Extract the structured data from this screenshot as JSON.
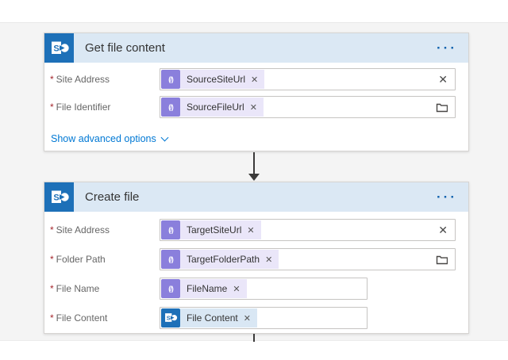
{
  "canvas": {
    "background": "#f4f4f4"
  },
  "colors": {
    "sharepoint_blue": "#1d70b8",
    "card_header_bg": "#dbe8f4",
    "expression_token_icon_bg": "#8a7fdc",
    "expression_token_bg": "#eae6f9",
    "dynamic_token_bg": "#d9e7f4",
    "link_blue": "#0078d4",
    "required_red": "#a4262c",
    "connector_gray": "#3b3a39"
  },
  "icons": {
    "expression_glyph": "(/)",
    "remove_glyph": "✕",
    "clear_glyph": "✕",
    "menu_glyph": "···"
  },
  "required_marker": "*",
  "cards": [
    {
      "title": "Get file content",
      "fields": [
        {
          "label": "Site Address",
          "token": "SourceSiteUrl"
        },
        {
          "label": "File Identifier",
          "token": "SourceFileUrl"
        }
      ],
      "advanced_link": "Show advanced options"
    },
    {
      "title": "Create file",
      "fields": [
        {
          "label": "Site Address",
          "token": "TargetSiteUrl"
        },
        {
          "label": "Folder Path",
          "token": "TargetFolderPath"
        },
        {
          "label": "File Name",
          "token": "FileName"
        },
        {
          "label": "File Content",
          "token": "File Content"
        }
      ]
    }
  ]
}
